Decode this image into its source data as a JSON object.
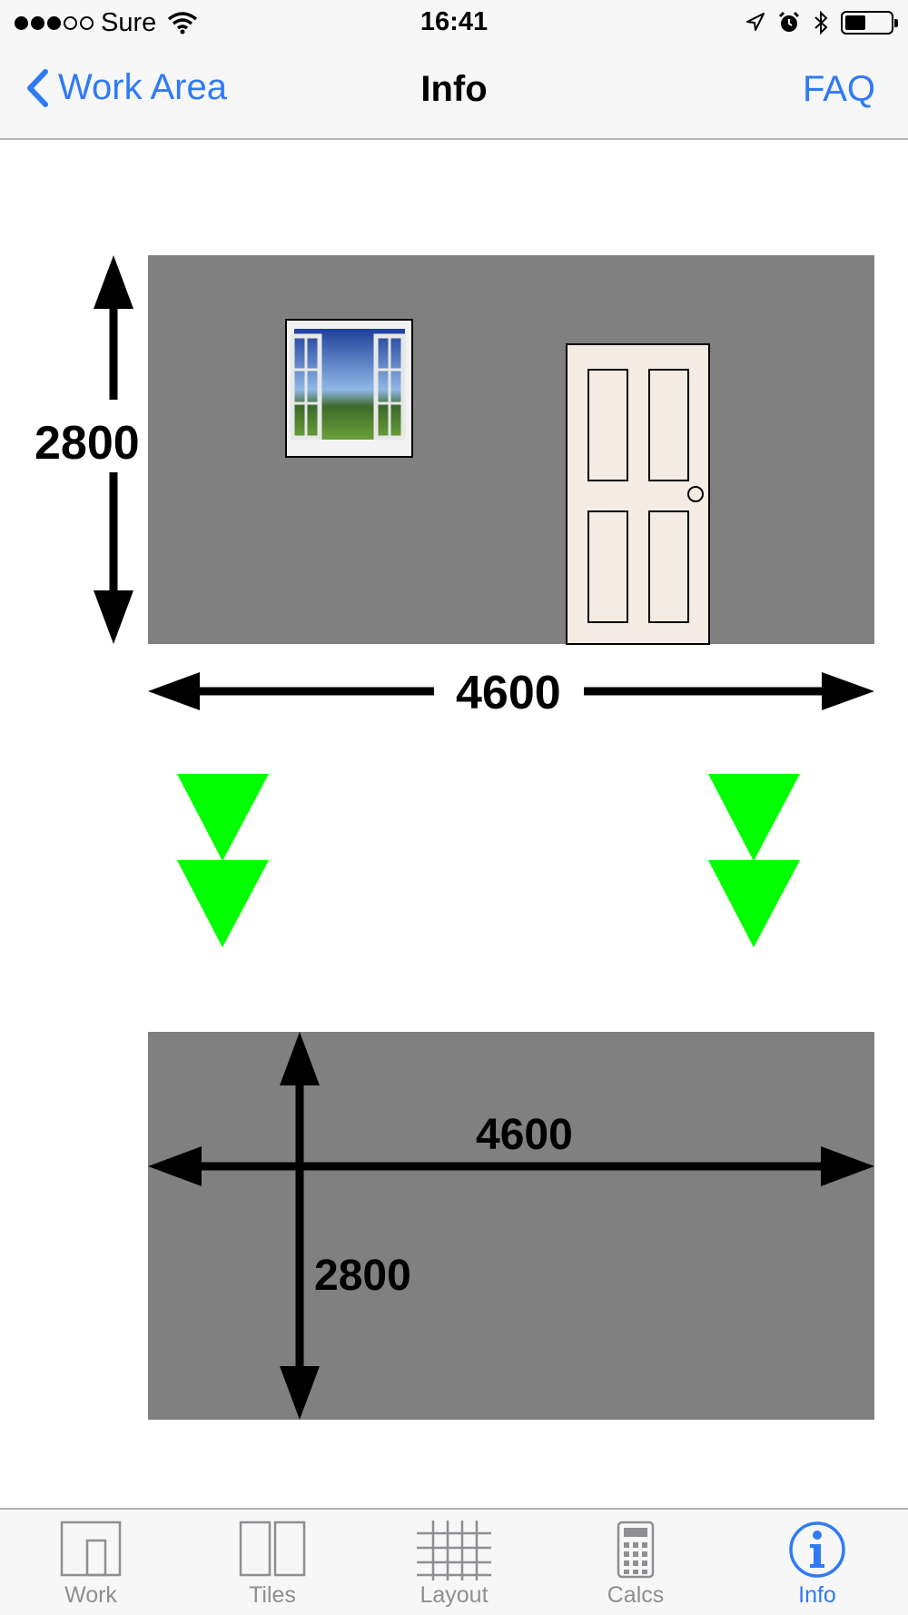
{
  "status": {
    "carrier": "Sure",
    "time": "16:41",
    "signal_bars_filled": 3,
    "signal_bars_total": 5,
    "battery_level": 0.45
  },
  "nav": {
    "back_label": "Work Area",
    "title": "Info",
    "faq_label": "FAQ"
  },
  "diagram": {
    "wall_height": "2800",
    "wall_width": "4600",
    "floor_width": "4600",
    "floor_height": "2800"
  },
  "colors": {
    "accent": "#2f7bf5",
    "wall": "#808080",
    "arrow_green": "#00ff00",
    "door": "#f4ebe2"
  },
  "tabs": [
    {
      "label": "Work",
      "icon": "work-icon",
      "active": false
    },
    {
      "label": "Tiles",
      "icon": "tiles-icon",
      "active": false
    },
    {
      "label": "Layout",
      "icon": "layout-grid-icon",
      "active": false
    },
    {
      "label": "Calcs",
      "icon": "calculator-icon",
      "active": false
    },
    {
      "label": "Info",
      "icon": "info-icon",
      "active": true
    }
  ]
}
